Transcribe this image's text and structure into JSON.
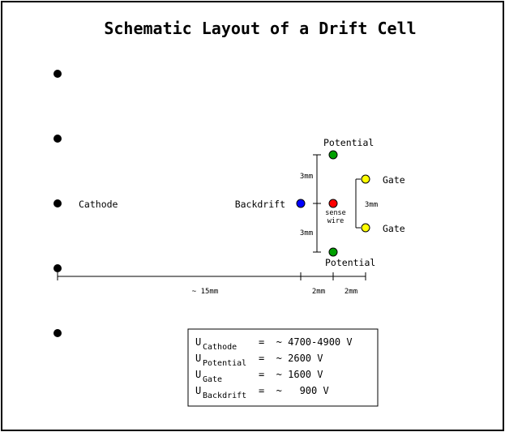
{
  "title": "Schematic Layout of a Drift Cell",
  "labels": {
    "cathode": "Cathode",
    "backdrift": "Backdrift",
    "potential_top": "Potential",
    "potential_bottom": "Potential",
    "gate_top": "Gate",
    "gate_bottom": "Gate",
    "sense_wire_line1": "sense",
    "sense_wire_line2": "wire"
  },
  "dimensions": {
    "pot_gap_top": "3mm",
    "pot_gap_bottom": "3mm",
    "gate_gap": "3mm",
    "cathode_to_backdrift": "~ 15mm",
    "backdrift_to_sense": "2mm",
    "sense_to_gate": "2mm"
  },
  "voltages": [
    {
      "symbol": "U",
      "subscript": "Cathode",
      "value": "=  ~ 4700-4900 V"
    },
    {
      "symbol": "U",
      "subscript": "Potential",
      "value": "=  ~ 2600 V"
    },
    {
      "symbol": "U",
      "subscript": "Gate",
      "value": "=  ~ 1600 V"
    },
    {
      "symbol": "U",
      "subscript": "Backdrift",
      "value": "=  ~   900 V"
    }
  ],
  "colors": {
    "cathode_wire": "#000000",
    "backdrift_wire": "#0000ff",
    "sense_wire": "#ff0000",
    "potential_wire": "#00a000",
    "gate_wire": "#ffff00"
  }
}
